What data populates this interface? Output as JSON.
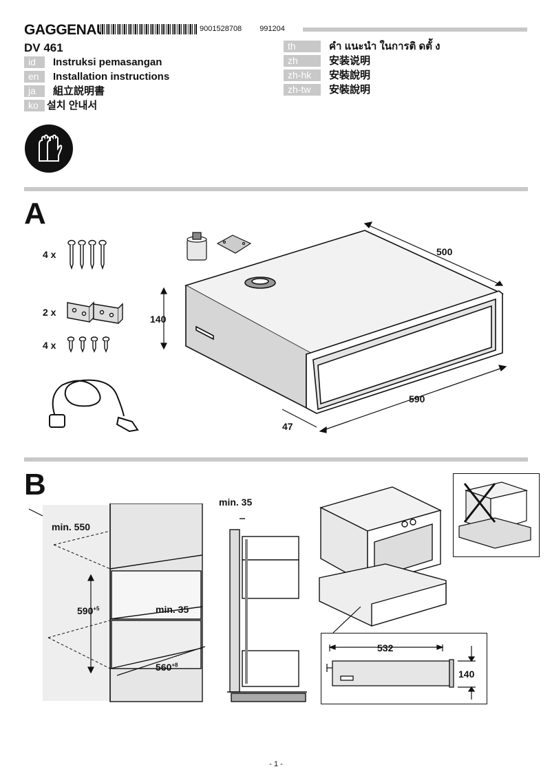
{
  "header": {
    "brand": "GAGGENAU",
    "barcode_number": "9001528708",
    "doc_code": "991204",
    "model": "DV 461"
  },
  "languages_left": [
    {
      "code": "id",
      "text": "Instruksi pemasangan"
    },
    {
      "code": "en",
      "text": "Installation instructions"
    },
    {
      "code": "ja",
      "text": "組立説明書"
    },
    {
      "code": "ko",
      "text": "설치 안내서"
    }
  ],
  "languages_right": [
    {
      "code": "th",
      "text": "คำ  แนะนำ  ในการติ  ดตั้  ง"
    },
    {
      "code": "zh",
      "text": "安装说明"
    },
    {
      "code": "zh-hk",
      "text": "安裝說明"
    },
    {
      "code": "zh-tw",
      "text": "安裝說明"
    }
  ],
  "section_a": {
    "label": "A",
    "parts": [
      {
        "qty": "4 x",
        "icon": "long-screw-icon"
      },
      {
        "qty": "2 x",
        "icon": "bracket-icon"
      },
      {
        "qty": "4 x",
        "icon": "short-screw-icon"
      }
    ],
    "dims": {
      "depth": "500",
      "height": "140",
      "width": "590",
      "front": "47"
    }
  },
  "section_b": {
    "label": "B",
    "dims": {
      "depth_min": "min. 550",
      "niche_height": "590",
      "niche_height_tol": "+5",
      "gap_min": "min. 35",
      "niche_width": "560",
      "niche_width_tol": "+8",
      "side_min": "min. 35",
      "inner_width": "532",
      "drawer_height": "140"
    }
  },
  "footer": {
    "page": "- 1 -"
  }
}
